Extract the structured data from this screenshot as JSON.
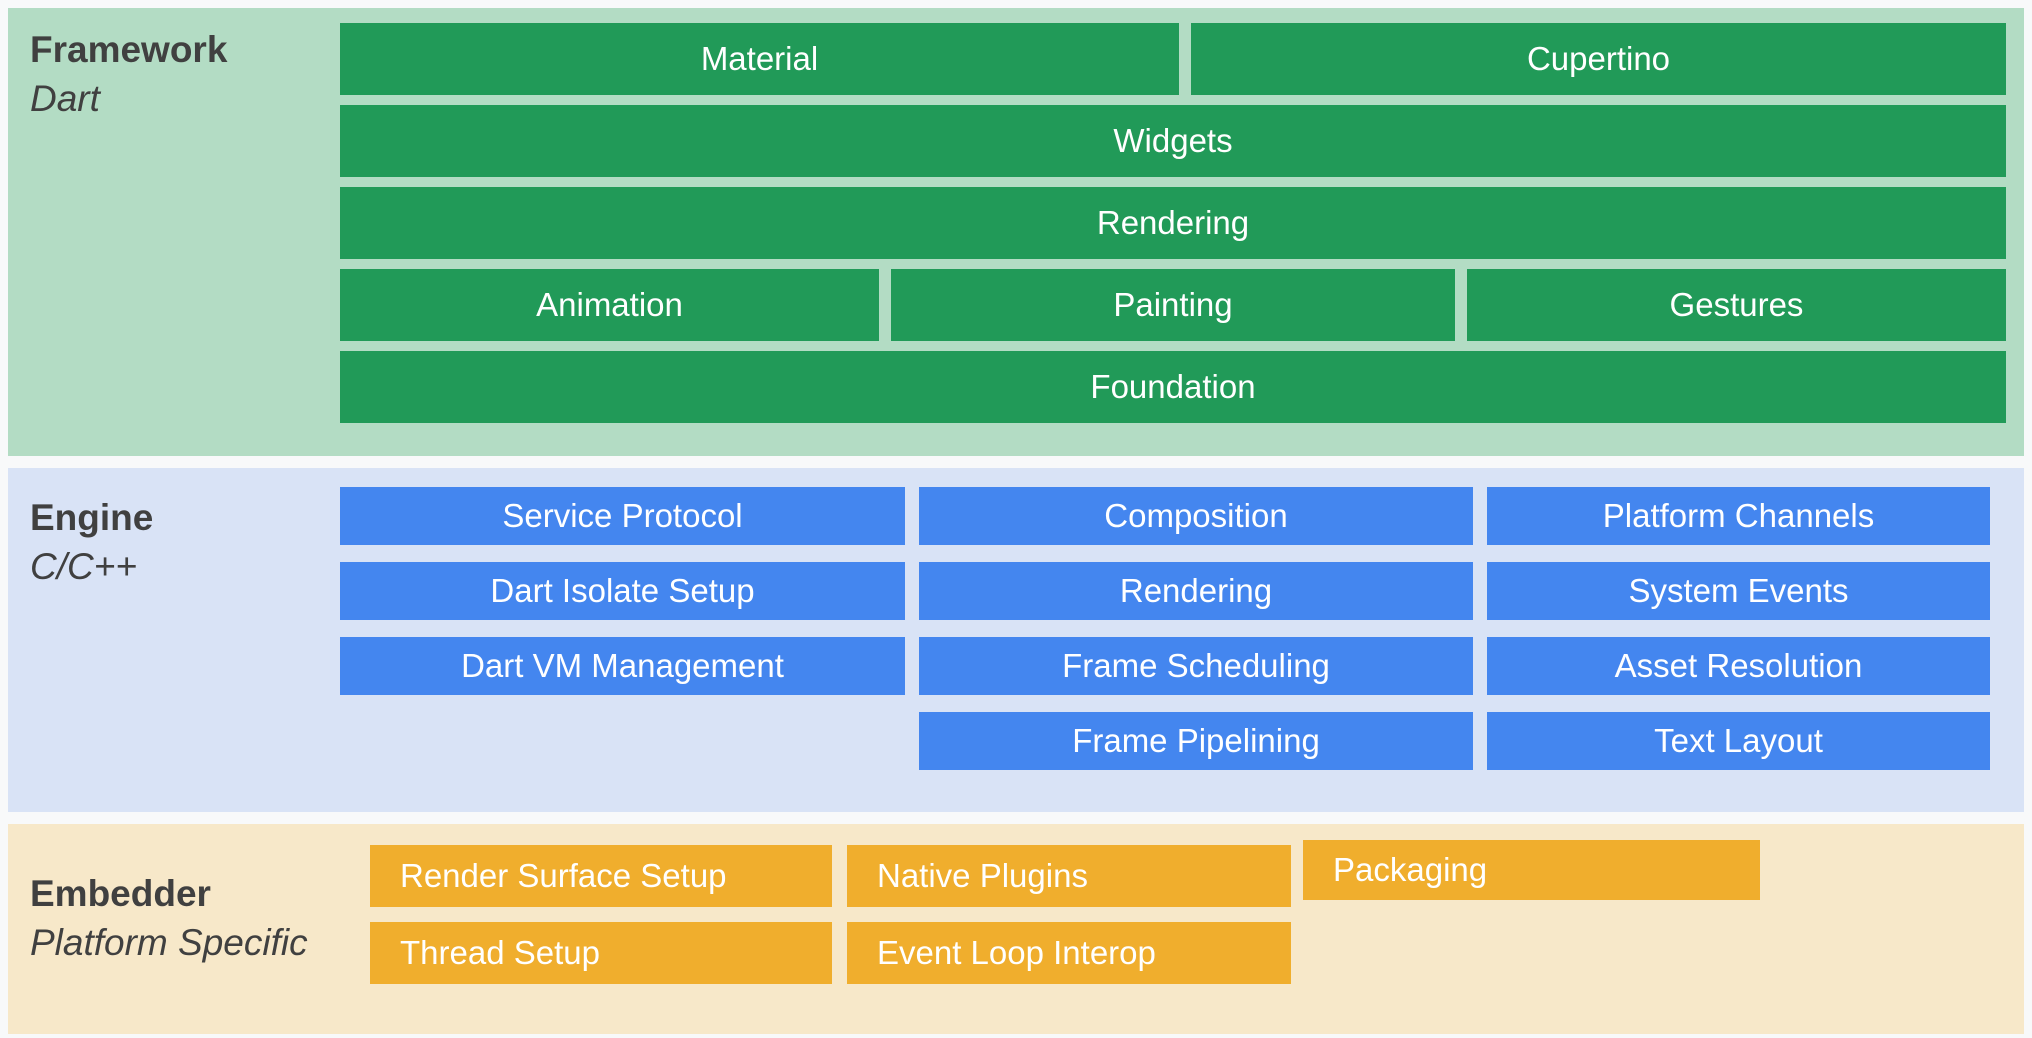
{
  "layers": {
    "framework": {
      "title": "Framework",
      "subtitle": "Dart",
      "boxes": {
        "material": "Material",
        "cupertino": "Cupertino",
        "widgets": "Widgets",
        "rendering": "Rendering",
        "animation": "Animation",
        "painting": "Painting",
        "gestures": "Gestures",
        "foundation": "Foundation"
      }
    },
    "engine": {
      "title": "Engine",
      "subtitle": "C/C++",
      "boxes": {
        "service_protocol": "Service Protocol",
        "composition": "Composition",
        "platform_channels": "Platform Channels",
        "dart_isolate_setup": "Dart Isolate Setup",
        "rendering": "Rendering",
        "system_events": "System Events",
        "dart_vm_management": "Dart VM Management",
        "frame_scheduling": "Frame Scheduling",
        "asset_resolution": "Asset Resolution",
        "frame_pipelining": "Frame Pipelining",
        "text_layout": "Text Layout"
      }
    },
    "embedder": {
      "title": "Embedder",
      "subtitle": "Platform Specific",
      "boxes": {
        "render_surface_setup": "Render Surface Setup",
        "native_plugins": "Native Plugins",
        "packaging": "Packaging",
        "thread_setup": "Thread Setup",
        "event_loop_interop": "Event Loop Interop"
      }
    }
  },
  "colors": {
    "framework_bg": "#b3dcc4",
    "framework_box": "#219a58",
    "engine_bg": "#d9e3f6",
    "engine_box": "#4486ef",
    "embedder_bg": "#f7e8c9",
    "embedder_box": "#f0ae2d",
    "label_text": "#404040",
    "box_text": "#ffffff"
  }
}
